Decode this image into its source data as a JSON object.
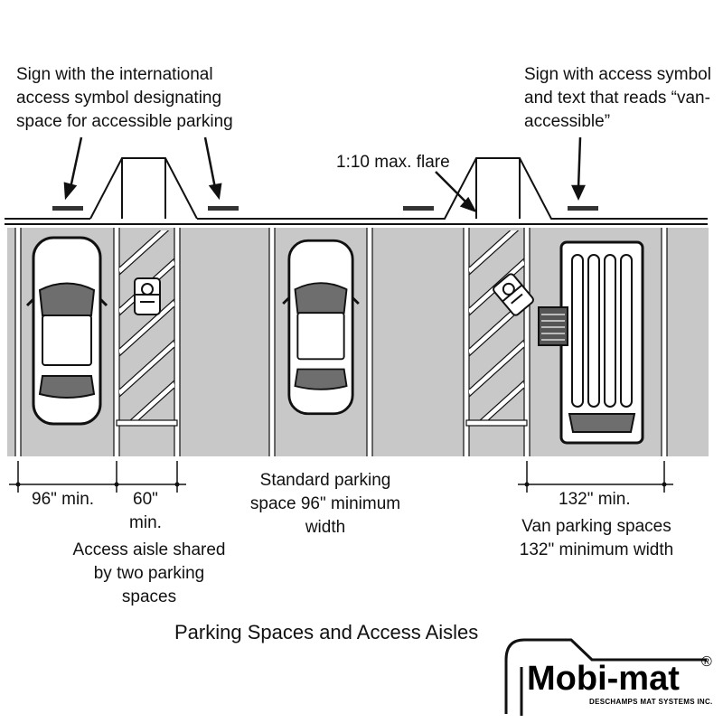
{
  "labels": {
    "sign_left": "Sign with the international access symbol designating space for accessible parking",
    "sign_right": "Sign with access symbol and text that reads “van-accessible”",
    "flare": "1:10 max. flare",
    "dim_96": "96\" min.",
    "dim_60": "60\" min.",
    "standard_space": "Standard parking space 96\" minimum width",
    "access_aisle": "Access aisle shared by two parking spaces",
    "dim_132": "132\" min.",
    "van_spaces": "Van parking spaces 132\" minimum width",
    "title": "Parking Spaces and Access Aisles"
  },
  "logo": {
    "brand": "Mobi-mat",
    "registered": "®",
    "tagline": "DESCHAMPS MAT SYSTEMS INC."
  },
  "colors": {
    "pavement": "#c8c8c8",
    "line": "#111111",
    "car_glass": "#6e6e6e"
  }
}
